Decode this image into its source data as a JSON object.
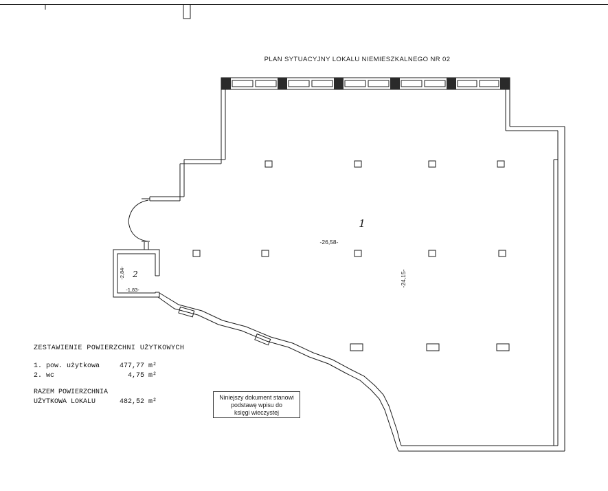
{
  "title": "PLAN SYTUACYJNY LOKALU NIEMIESZKALNEGO NR 02",
  "plan": {
    "room1": {
      "label": "1",
      "width_dim": "-26,58-",
      "height_dim": "-24,15-"
    },
    "room2": {
      "label": "2",
      "width_dim": "-1,83-",
      "height_dim": "-2,84-"
    }
  },
  "area_table": {
    "heading": "ZESTAWIENIE POWIERZCHNI UŻYTKOWYCH",
    "rows": [
      {
        "name": "1. pow. użytkowa",
        "value": "477,77 m²"
      },
      {
        "name": "2. wc",
        "value": "4,75 m²"
      }
    ],
    "total": {
      "line1": "RAZEM POWIERZCHNIA",
      "line2": "UŻYTKOWA LOKALU",
      "value": "482,52 m²"
    }
  },
  "stamp": {
    "line1": "Niniejszy dokument stanowi",
    "line2": "podstawę wpisu do",
    "line3": "księgi wieczystej"
  },
  "colors": {
    "line": "#1b1b1b",
    "background": "#ffffff"
  }
}
